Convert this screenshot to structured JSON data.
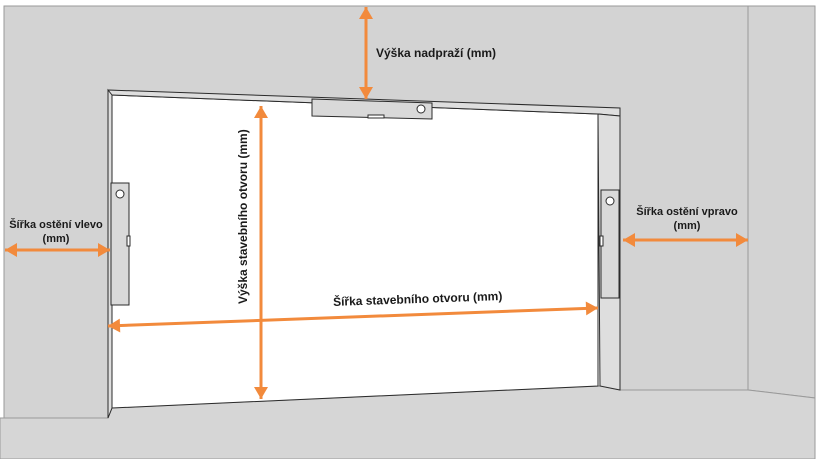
{
  "labels": {
    "lintel_height": "Výška nadpraží (mm)",
    "left_reveal_line1": "Šířka ostění vlevo",
    "left_reveal_line2": "(mm)",
    "right_reveal_line1": "Šířka ostění vpravo",
    "right_reveal_line2": "(mm)",
    "opening_height": "Výška stavebního otvoru (mm)",
    "opening_width": "Šířka stavebního otvoru (mm)"
  },
  "colors": {
    "wall": "#d3d3d3",
    "wall_edge": "#9a9a9a",
    "floor": "#d6d6d6",
    "opening": "#ffffff",
    "jamb": "#dedede",
    "level_tool": "#d9d9d9",
    "arrow": "#f28a3c",
    "text": "#1a1a1a",
    "outline": "#2b2b2b"
  }
}
